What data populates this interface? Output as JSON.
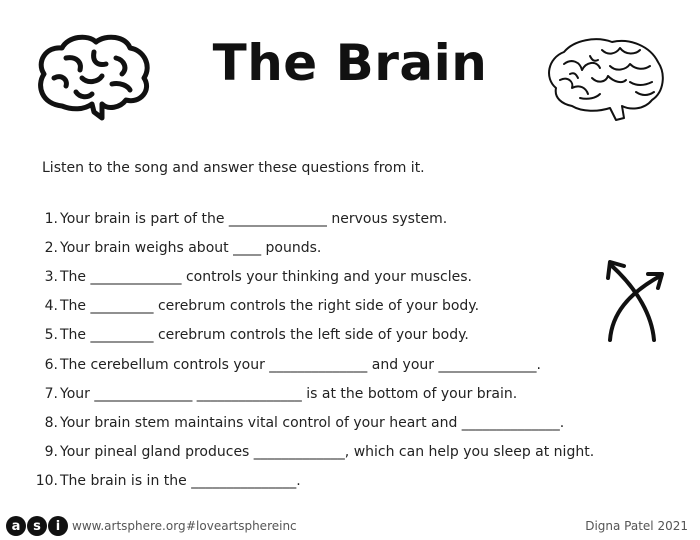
{
  "title": "The Brain",
  "instructions": "Listen to the song and answer these questions from it.",
  "questions": [
    {
      "num": "1.",
      "text": "Your brain is part of the ______________ nervous system."
    },
    {
      "num": "2.",
      "text": "Your brain weighs about ____ pounds."
    },
    {
      "num": "3.",
      "text": "The _____________ controls your thinking and your muscles."
    },
    {
      "num": "4.",
      "text": "The _________ cerebrum controls the right side of your body."
    },
    {
      "num": "5.",
      "text": "The _________ cerebrum controls the left side of your body."
    },
    {
      "num": "6.",
      "text": "The cerebellum controls your ______________ and your ______________."
    },
    {
      "num": "7.",
      "text": "Your ______________ _______________ is at the bottom of your brain."
    },
    {
      "num": "8.",
      "text": "Your brain stem maintains vital control of your heart and ______________."
    },
    {
      "num": "9.",
      "text": "Your pineal gland produces _____________, which can help you sleep at night."
    },
    {
      "num": "10.",
      "text": "The brain is in the _______________."
    }
  ],
  "footer": {
    "logo_letters": [
      "a",
      "s",
      "i"
    ],
    "website": "www.artsphere.org",
    "hashtag": "#loveartsphereinc",
    "author": "Digna Patel 2021"
  },
  "icons": {
    "left": "brain-outline-icon",
    "right": "brain-sketch-icon",
    "arrows": "crossed-arrows-icon"
  }
}
